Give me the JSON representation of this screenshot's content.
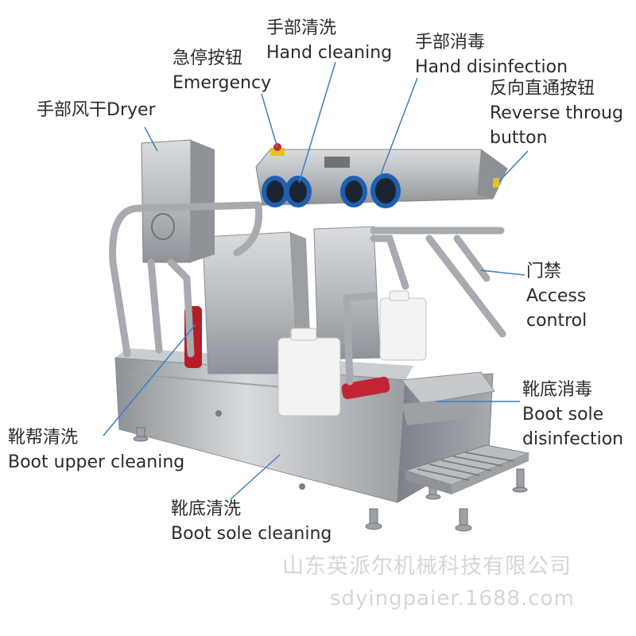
{
  "labels": {
    "hand_cleaning": {
      "zh": "手部清洗",
      "en": "Hand cleaning"
    },
    "emergency": {
      "zh": "急停按钮",
      "en": "Emergency"
    },
    "hand_disinfection": {
      "zh": "手部消毒",
      "en": "Hand disinfection"
    },
    "reverse": {
      "zh": "反向直通按钮",
      "en1": "Reverse throug",
      "en2": "button"
    },
    "dryer": {
      "text": "手部风干Dryer"
    },
    "access": {
      "zh": "门禁",
      "en1": "Access",
      "en2": "control"
    },
    "boot_sole_disinfection": {
      "zh": "靴底消毒",
      "en1": "Boot sole",
      "en2": "disinfection"
    },
    "boot_upper": {
      "zh": "靴帮清洗",
      "en": "Boot upper cleaning"
    },
    "boot_sole_cleaning": {
      "zh": "靴底清洗",
      "en": "Boot sole cleaning"
    }
  },
  "watermark": {
    "company": "山东英派尔机械科技有限公司",
    "site": "sdyingpaier.1688.com"
  },
  "colors": {
    "steel": "#b9bcc0",
    "leader_line": "#3b7fc4",
    "port_ring": "#1f5fb0",
    "emergency_button": "#d8232a"
  }
}
